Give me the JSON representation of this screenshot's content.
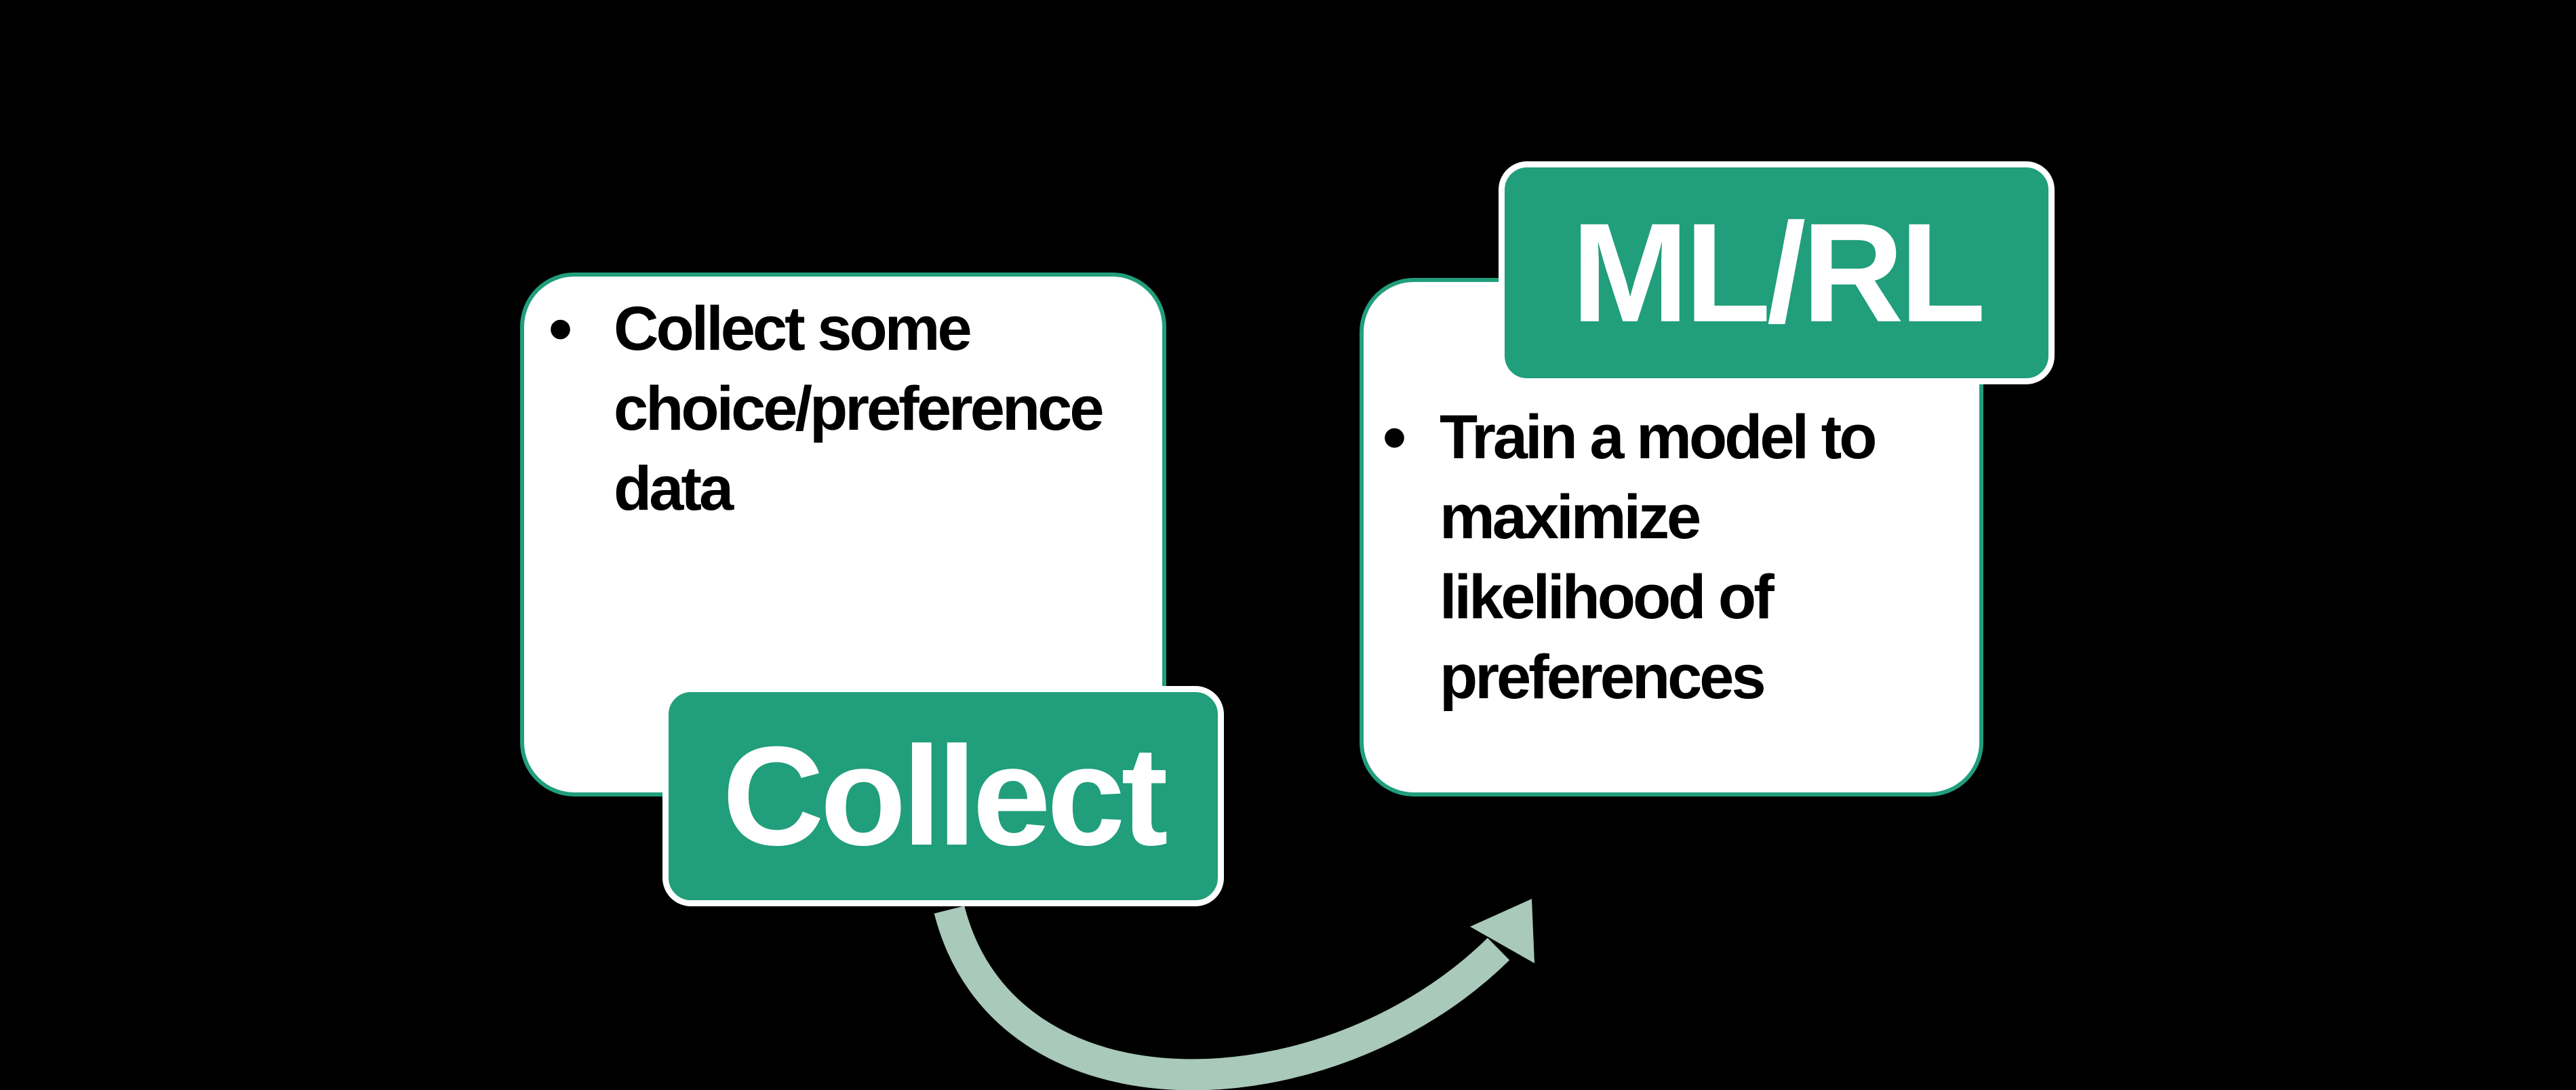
{
  "slide": {
    "background": "#000000",
    "description": "two-step flow diagram"
  },
  "colors": {
    "green": "#219E7B",
    "arrow": "#A9C9BA",
    "box_background": "#FFFFFF",
    "body_text": "#000000",
    "label_text": "#FFFFFF"
  },
  "collect_box": {
    "bullet": "•",
    "text": "Collect some\nchoice/preference\ndata"
  },
  "collect_label": {
    "text": "Collect"
  },
  "train_box": {
    "bullet": "•",
    "text": "Train a model to\nmaximize\nlikelihood of\npreferences"
  },
  "mlrl_label": {
    "text": "ML/RL"
  }
}
